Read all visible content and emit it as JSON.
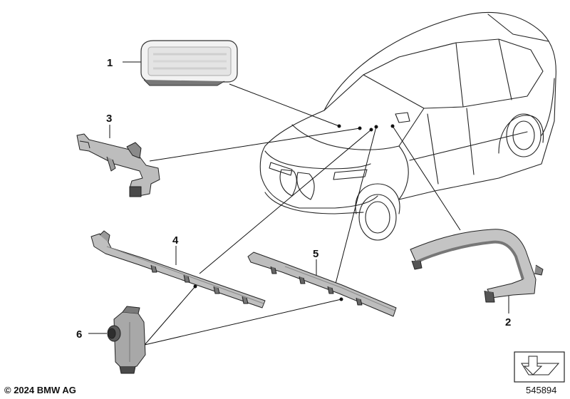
{
  "callouts": [
    {
      "number": "1"
    },
    {
      "number": "2"
    },
    {
      "number": "3"
    },
    {
      "number": "4"
    },
    {
      "number": "5"
    },
    {
      "number": "6"
    }
  ],
  "footer": {
    "copyright": "© 2024 BMW AG",
    "diagram_number": "545894"
  },
  "colors": {
    "line": "#111111",
    "part_fill": "#c9c9c9",
    "part_dark": "#555555",
    "lamp_glow": "#eeeeee"
  }
}
